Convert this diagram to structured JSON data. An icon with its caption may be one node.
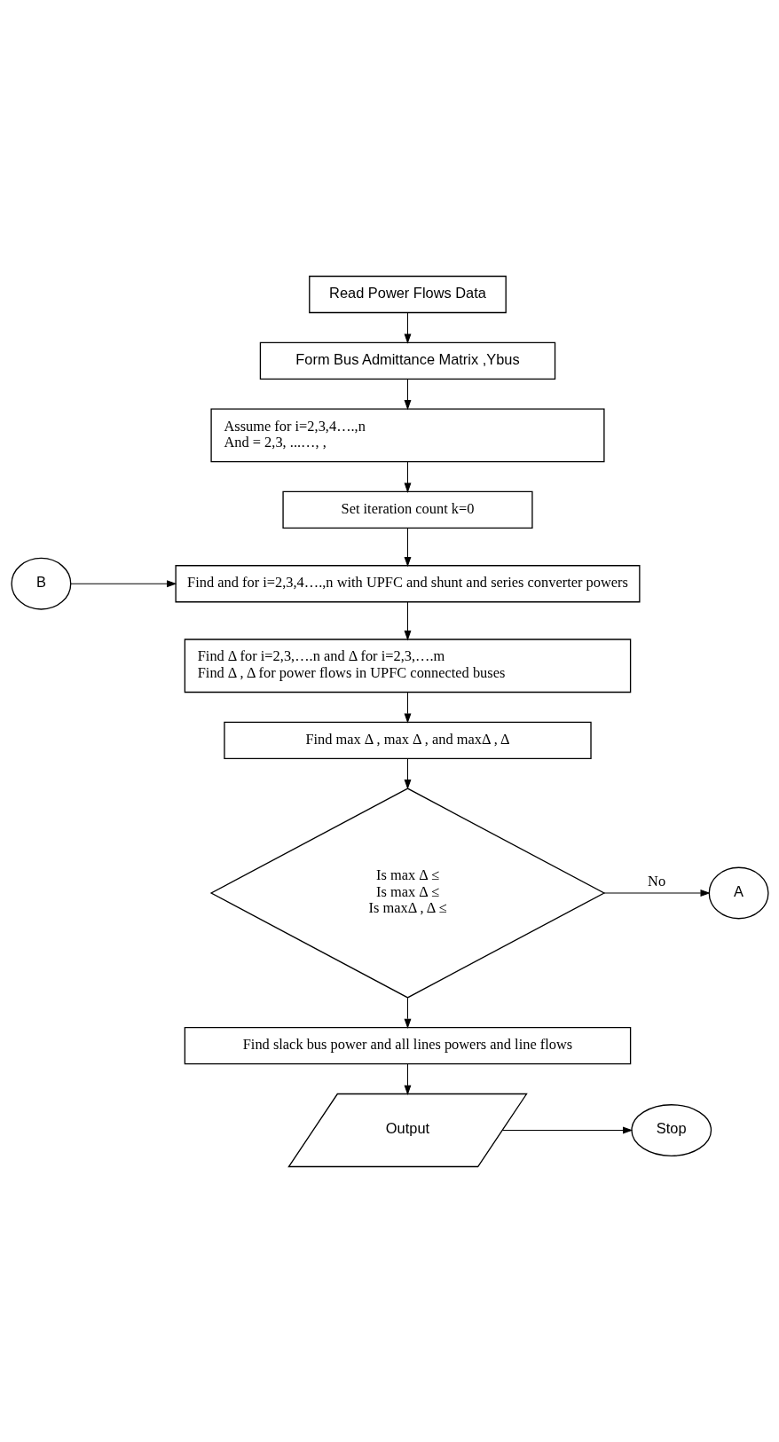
{
  "diagram": {
    "nodes": [
      {
        "text": [
          "Read Power Flows Data"
        ]
      },
      {
        "text": [
          "Form Bus Admittance Matrix ,Ybus"
        ]
      },
      {
        "text": [
          "Assume for i=2,3,4….,n",
          "And = 2,3, ...…, ,"
        ]
      },
      {
        "text": [
          "Set iteration count k=0"
        ]
      },
      {
        "text": [
          "Find and for i=2,3,4….,n with UPFC and shunt and series converter powers"
        ]
      },
      {
        "text": [
          "Find Δ for i=2,3,….n and Δ for i=2,3,….m",
          "Find Δ , Δ for power flows in UPFC connected buses"
        ]
      },
      {
        "text": [
          "Find max Δ , max Δ , and maxΔ , Δ"
        ]
      },
      {
        "text": [
          "Is max Δ ≤",
          "Is max Δ ≤",
          "Is maxΔ , Δ ≤"
        ]
      },
      {
        "text": [
          "B"
        ]
      },
      {
        "text": [
          "A"
        ]
      },
      {
        "text": [
          "Find slack bus power and all lines powers and line flows"
        ]
      },
      {
        "text": [
          "Output"
        ]
      },
      {
        "text": [
          "Stop"
        ]
      }
    ],
    "edges": [
      {
        "from": 0,
        "to": 1,
        "arrow": "to"
      },
      {
        "from": 1,
        "to": 2,
        "arrow": "to"
      },
      {
        "from": 2,
        "to": 3,
        "arrow": "to"
      },
      {
        "from": 3,
        "to": 4,
        "arrow": "to"
      },
      {
        "from": 8,
        "to": 4,
        "arrow": "to"
      },
      {
        "from": 4,
        "to": 5,
        "arrow": "to"
      },
      {
        "from": 5,
        "to": 6,
        "arrow": "to"
      },
      {
        "from": 6,
        "to": 7,
        "arrow": "to"
      },
      {
        "from": 7,
        "to": 9,
        "arrow": "to",
        "label": "No"
      },
      {
        "from": 7,
        "to": 10,
        "arrow": "to"
      },
      {
        "from": 10,
        "to": 11,
        "arrow": "to"
      },
      {
        "from": 11,
        "to": 12,
        "arrow": "to"
      }
    ]
  }
}
